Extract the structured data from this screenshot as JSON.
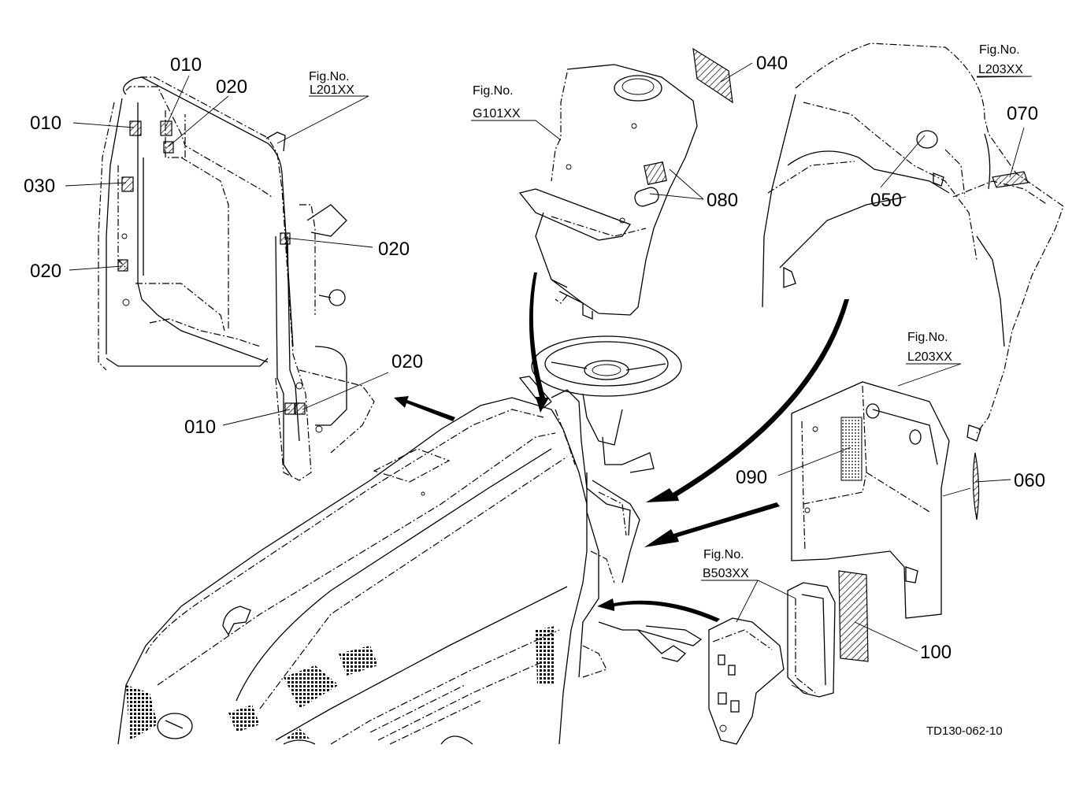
{
  "labels": {
    "p010a": "010",
    "p010b": "010",
    "p010c": "010",
    "p020a": "020",
    "p020b": "020",
    "p020c": "020",
    "p020d": "020",
    "p030": "030",
    "p040": "040",
    "p050": "050",
    "p060": "060",
    "p070": "070",
    "p080": "080",
    "p090": "090",
    "p100": "100"
  },
  "figrefs": {
    "fig_caption": "Fig.No.",
    "l201": "L201XX",
    "g101": "G101XX",
    "l203a": "L203XX",
    "l203b": "L203XX",
    "b503": "B503XX"
  },
  "drawing_code": "TD130-062-10"
}
